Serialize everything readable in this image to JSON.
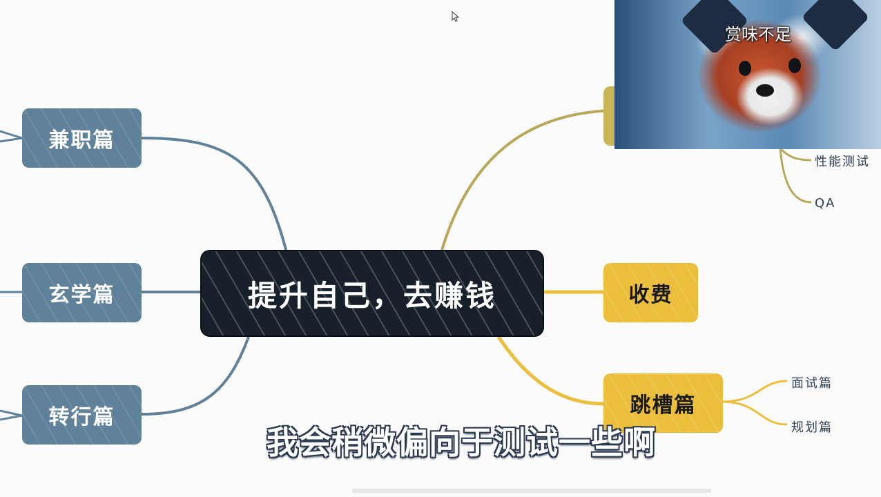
{
  "center": {
    "label": "提升自己，去赚钱"
  },
  "left_nodes": [
    {
      "label": "兼职篇"
    },
    {
      "label": "玄学篇"
    },
    {
      "label": "转行篇"
    }
  ],
  "right_nodes": [
    {
      "label": "收费"
    },
    {
      "label": "跳槽篇"
    }
  ],
  "right_top_leaves": [
    {
      "label": "性能测试"
    },
    {
      "label": "QA"
    }
  ],
  "jump_leaves": [
    {
      "label": "面试篇"
    },
    {
      "label": "规划篇"
    }
  ],
  "video_overlay": {
    "caption": "赏味不足"
  },
  "subtitle": "我会稍微偏向于测试一些啊",
  "colors": {
    "blue_branch": "#5f8199",
    "yellow_branch": "#ecbe3d",
    "olive_branch": "#b8a85a",
    "center_fill": "#17202b"
  }
}
